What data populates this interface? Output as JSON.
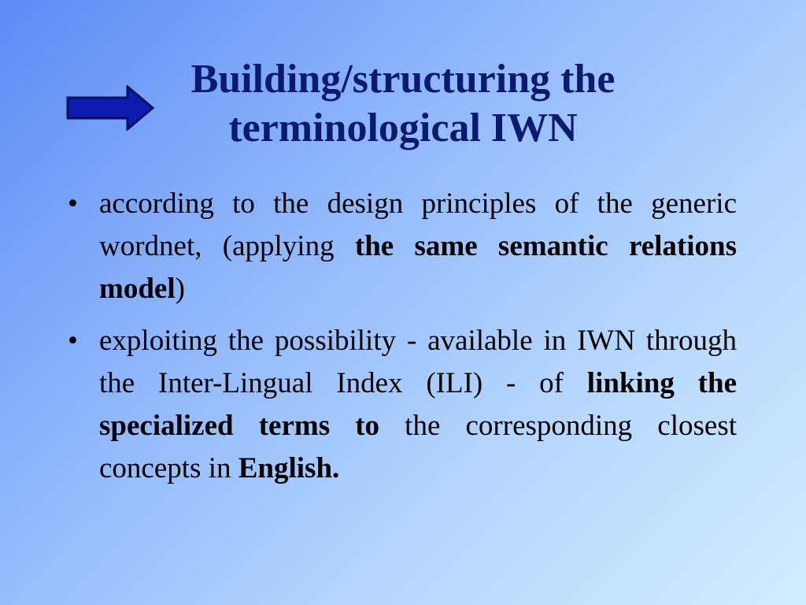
{
  "slide": {
    "title_line1": "Building/structuring the",
    "title_line2": "terminological IWN",
    "colors": {
      "title": "#0a1a6e",
      "arrow_fill": "#0d1cb0",
      "arrow_stroke": "#06105e",
      "text": "#000000"
    },
    "icons": {
      "arrow": "right-arrow-icon",
      "bullet": "bullet-dot"
    },
    "bullets": [
      {
        "segments": [
          {
            "text": "according to the design principles of the generic wordnet, (applying ",
            "bold": false
          },
          {
            "text": "the same semantic relations model",
            "bold": true
          },
          {
            "text": ")",
            "bold": false
          }
        ]
      },
      {
        "segments": [
          {
            "text": "exploiting the possibility - available in IWN through the Inter-Lingual Index (ILI) - of ",
            "bold": false
          },
          {
            "text": "linking the specialized terms to",
            "bold": true
          },
          {
            "text": " the corresponding closest concepts in ",
            "bold": false
          },
          {
            "text": "English.",
            "bold": true
          }
        ]
      }
    ]
  }
}
